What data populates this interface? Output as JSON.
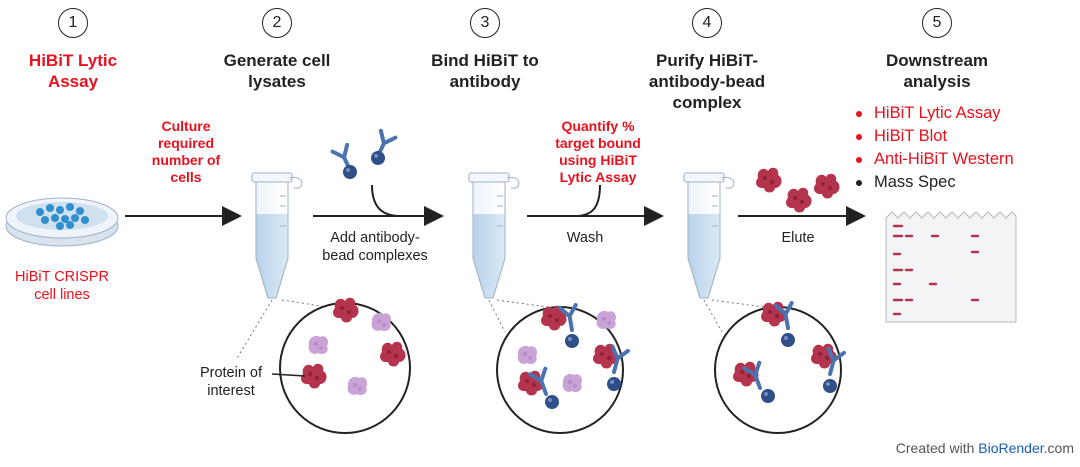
{
  "steps": [
    {
      "number": "1",
      "title_line1": "HiBiT Lytic",
      "title_line2": "Assay"
    },
    {
      "number": "2",
      "title_line1": "Generate cell",
      "title_line2": "lysates"
    },
    {
      "number": "3",
      "title_line1": "Bind HiBiT to",
      "title_line2": "antibody"
    },
    {
      "number": "4",
      "title_line1": "Purify HiBiT-",
      "title_line2": "antibody-bead",
      "title_line3": "complex"
    },
    {
      "number": "5",
      "title_line1": "Downstream",
      "title_line2": "analysis"
    }
  ],
  "notes": {
    "culture": [
      "Culture",
      "required",
      "number of",
      "cells"
    ],
    "quantify": [
      "Quantify %",
      "target bound",
      "using HiBiT",
      "Lytic Assay"
    ]
  },
  "labels": {
    "cell_lines": [
      "HiBiT CRISPR",
      "cell lines"
    ],
    "add_antibody": [
      "Add antibody-",
      "bead complexes"
    ],
    "wash": "Wash",
    "elute": "Elute",
    "protein": [
      "Protein of",
      "interest"
    ]
  },
  "analysis_list": [
    {
      "text": "HiBiT Lytic Assay",
      "color": "red"
    },
    {
      "text": "HiBiT Blot",
      "color": "red"
    },
    {
      "text": "Anti-HiBiT Western",
      "color": "red"
    },
    {
      "text": "Mass Spec",
      "color": "black"
    }
  ],
  "footer": {
    "prefix": "Created with ",
    "brand": "BioRender",
    "suffix": ".com"
  },
  "colors": {
    "accent_red": "#e8111d",
    "protein": "#b5344d",
    "antibody": "#4a73b0",
    "bead": "#2f4f86",
    "background_protein": "#c9a3d6"
  }
}
